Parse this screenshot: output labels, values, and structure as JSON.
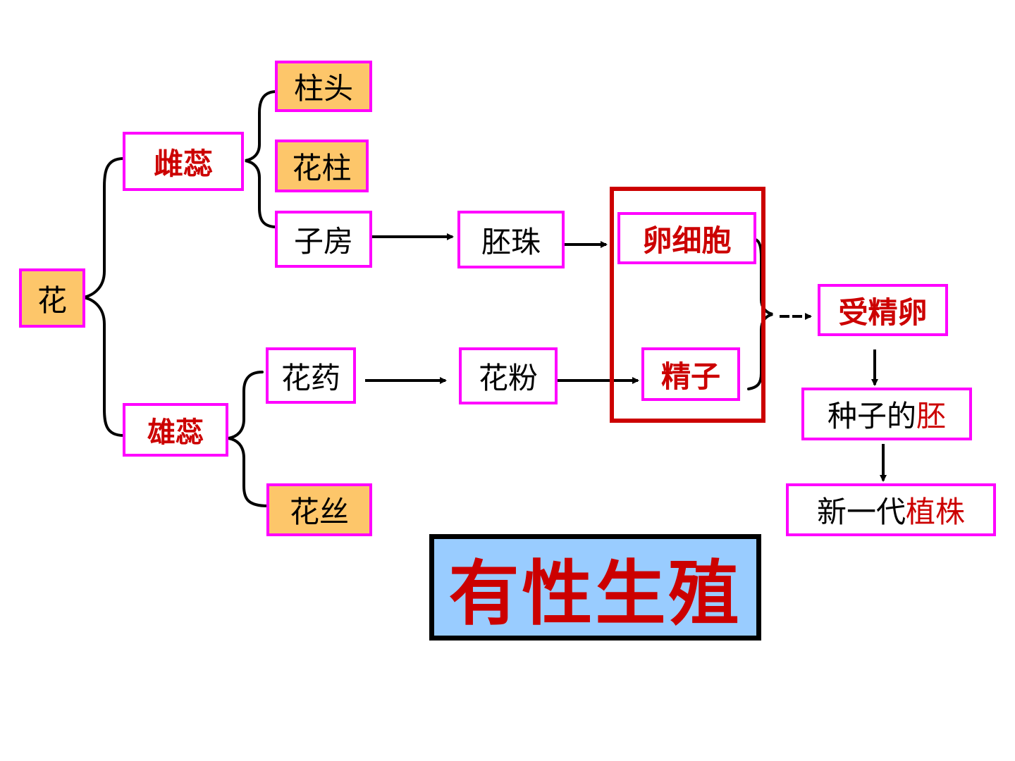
{
  "nodes": {
    "flower": "花",
    "pistil": "雌蕊",
    "stamen": "雄蕊",
    "stigma": "柱头",
    "style": "花柱",
    "ovary": "子房",
    "anther": "花药",
    "filament": "花丝",
    "ovule": "胚珠",
    "pollen": "花粉",
    "egg_cell": "卵细胞",
    "sperm": "精子",
    "zygote": "受精卵",
    "seed_embryo": {
      "prefix": "种子的",
      "highlight": "胚"
    },
    "new_plant": {
      "prefix": "新一代",
      "highlight": "植株"
    }
  },
  "title": "有性生殖",
  "colors": {
    "node_border": "#ff00ff",
    "highlight_fill": "#fdc66a",
    "red_text": "#cc0000",
    "group_border": "#cc0000",
    "title_fill": "#99ccff"
  }
}
